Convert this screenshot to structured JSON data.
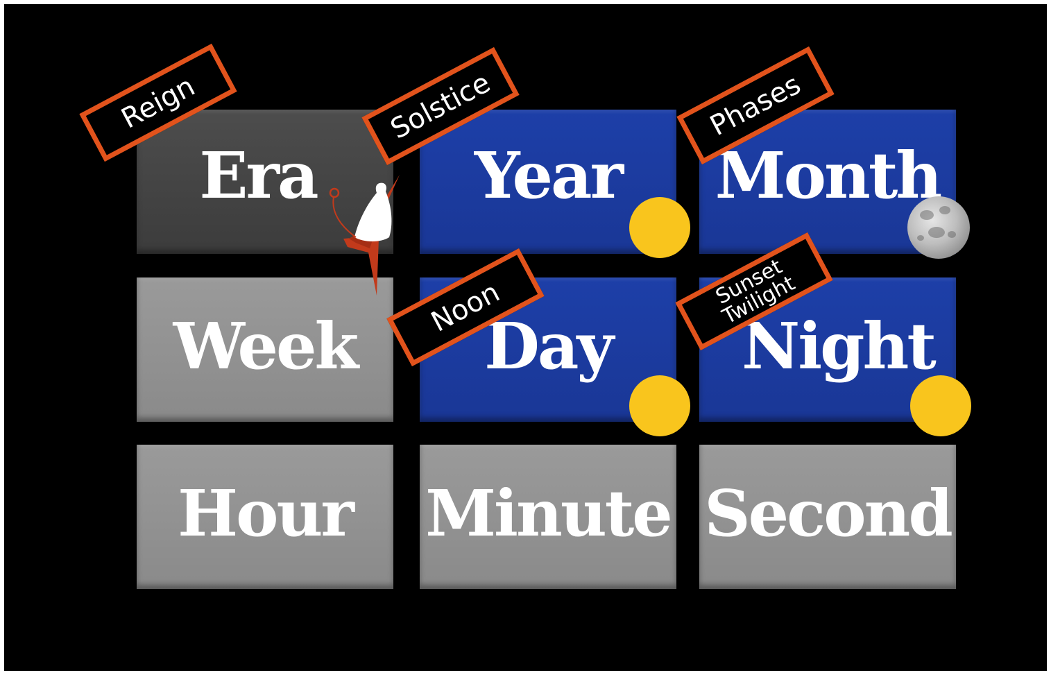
{
  "tiles": {
    "era": "Era",
    "year": "Year",
    "month": "Month",
    "week": "Week",
    "day": "Day",
    "night": "Night",
    "hour": "Hour",
    "minute": "Minute",
    "second": "Second"
  },
  "tags": {
    "reign": "Reign",
    "solstice": "Solstice",
    "phases": "Phases",
    "noon": "Noon",
    "sunset": "Sunset",
    "twilight": "Twilight"
  },
  "icons": {
    "sun": "sun-icon",
    "moon": "moon-icon",
    "era_figure": "robed-figure-icon"
  },
  "colors": {
    "background": "#000000",
    "tile_dark": "#444444",
    "tile_blue": "#1d3fa8",
    "tile_gray": "#919191",
    "tag_border": "#e2531c",
    "sun": "#f9c51d"
  }
}
